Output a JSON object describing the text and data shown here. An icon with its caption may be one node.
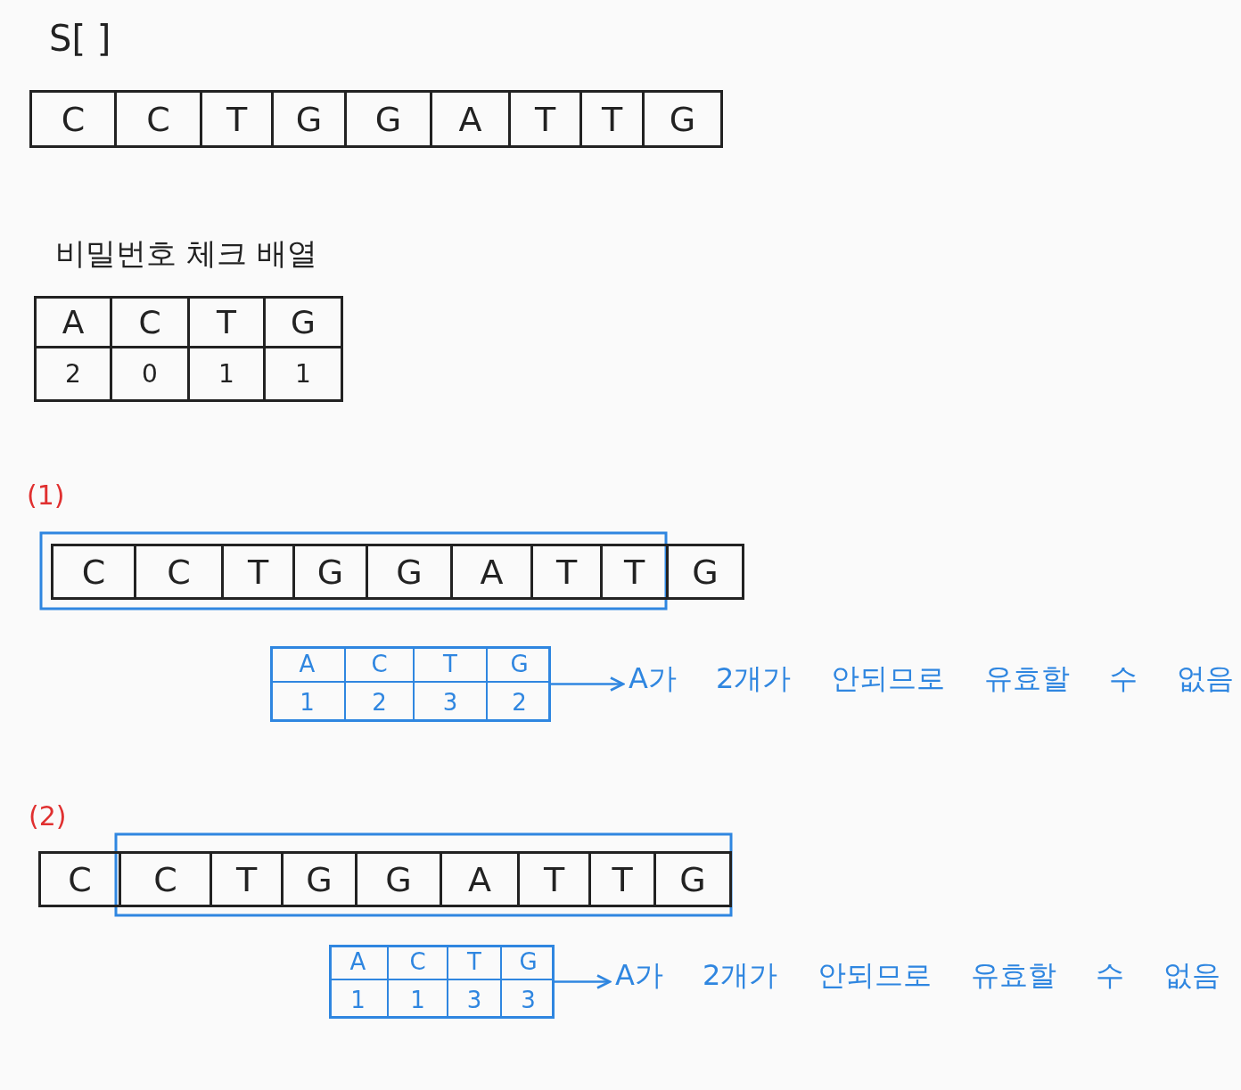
{
  "diagram": {
    "nodes": [
      {
        "text": [
          "A",
          "C",
          "T",
          "G",
          "1",
          "2",
          "3",
          "2"
        ]
      },
      {
        "text": [
          "A가 2개가 안되므로 유효할 수 없음"
        ]
      },
      {
        "text": [
          "A",
          "C",
          "T",
          "G",
          "1",
          "1",
          "3",
          "3"
        ]
      },
      {
        "text": [
          "A가 2개가 안되므로 유효할 수 없음"
        ]
      }
    ],
    "edges": [
      {
        "from": 0,
        "to": 1,
        "arrow": "to"
      },
      {
        "from": 2,
        "to": 3,
        "arrow": "to"
      }
    ],
    "labels": [
      "S[ ]",
      "C",
      "C",
      "T",
      "G",
      "G",
      "A",
      "T",
      "T",
      "G",
      "비밀번호 체크 배열",
      "A",
      "C",
      "T",
      "G",
      "2",
      "0",
      "1",
      "1",
      "(1)",
      "C",
      "C",
      "T",
      "G",
      "G",
      "A",
      "T",
      "T",
      "G",
      "(2)",
      "C",
      "C",
      "T",
      "G",
      "G",
      "A",
      "T",
      "T",
      "G"
    ]
  }
}
